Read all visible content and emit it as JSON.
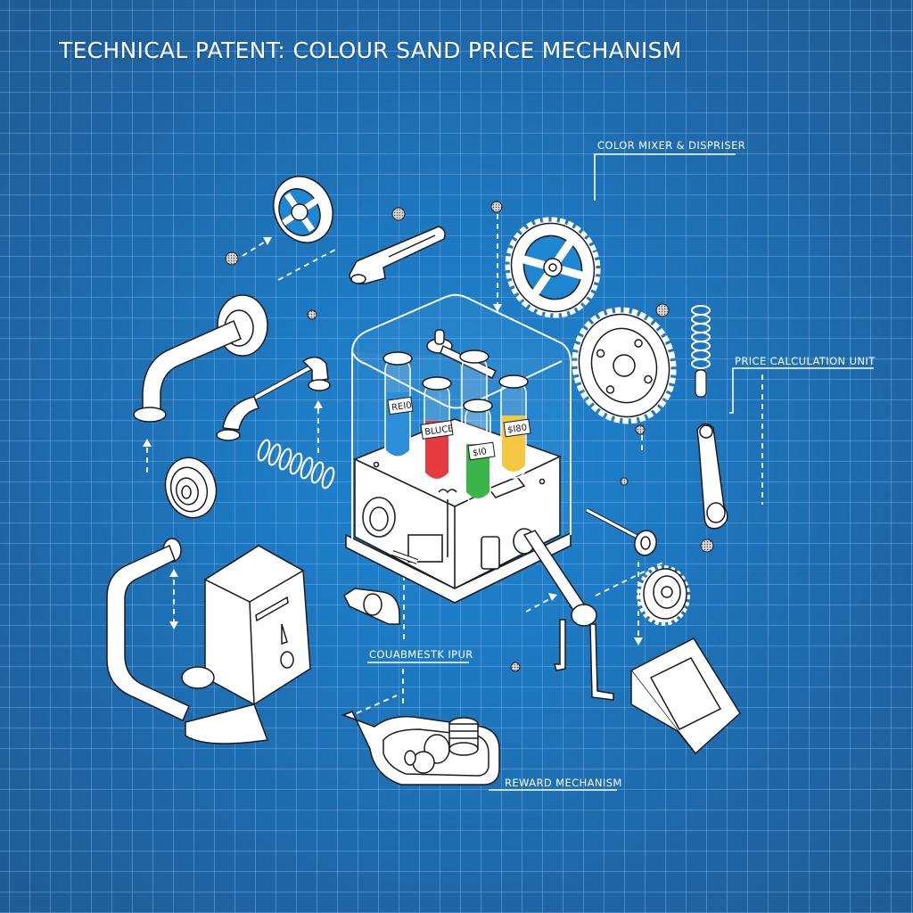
{
  "title": "TECHNICAL PATENT: COLOUR SAND PRICE MECHANISM",
  "colors": {
    "background_center": "#1f86d2",
    "background_edge": "#1f5a93",
    "grid_line": "#78b4eb",
    "line_art": "#ffffff",
    "outline": "#1a1a1a",
    "tube_blue": "#2a8fd8",
    "tube_red": "#e53a3f",
    "tube_green": "#3bb54a",
    "tube_yellow": "#f5c842"
  },
  "callouts": {
    "color_mixer": "COLOR MIXER & DISPRISER",
    "price_unit": "PRICE CALCULATION UNIT",
    "input": "COUABMESTK IPUR",
    "reward": "REWARD MECHANISM"
  },
  "tubes": [
    {
      "label": "REI0",
      "fill": "blue"
    },
    {
      "label": "BLUCE",
      "fill": "red"
    },
    {
      "label": "$I0",
      "fill": "green"
    },
    {
      "label": "$I80",
      "fill": "yellow"
    }
  ],
  "components": [
    "spoked-wheel",
    "wrench-arm",
    "large-gear",
    "medium-gear",
    "coil-spring-vertical",
    "elbow-pipe-long",
    "elbow-pipe-short",
    "coil-spring-horizontal",
    "pulley-disc",
    "u-pipe",
    "coin-box",
    "connecting-rod",
    "pin-shaft",
    "small-gear-wheel",
    "crank-lever",
    "hopper-chute",
    "reward-tray",
    "latch-part",
    "main-machine"
  ]
}
